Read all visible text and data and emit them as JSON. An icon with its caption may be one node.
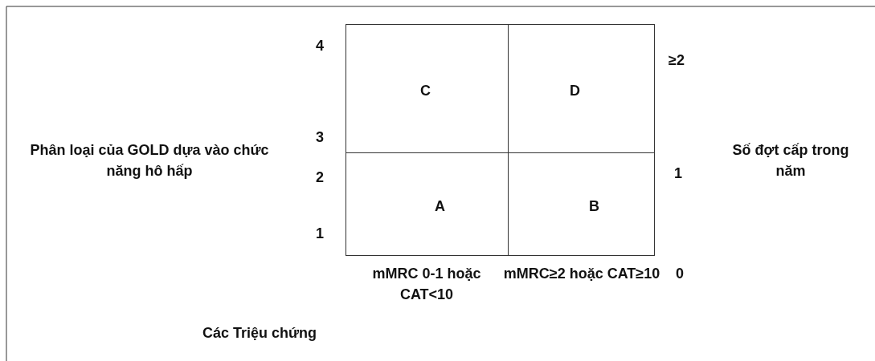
{
  "diagram": {
    "nodes": [
      {
        "text": [
          "C"
        ]
      },
      {
        "text": [
          "D"
        ]
      },
      {
        "text": [
          "A"
        ]
      },
      {
        "text": [
          "B"
        ]
      }
    ],
    "labels": [
      "4",
      "≥2",
      "3",
      "Phân loại của GOLD dựa vào chức năng hô hấp",
      "Số đợt cấp trong năm",
      "2",
      "1",
      "1",
      "mMRC 0-1 hoặc CAT<10",
      "mMRC≥2 hoặc CAT≥10",
      "0",
      "Các Triệu chứng"
    ]
  }
}
